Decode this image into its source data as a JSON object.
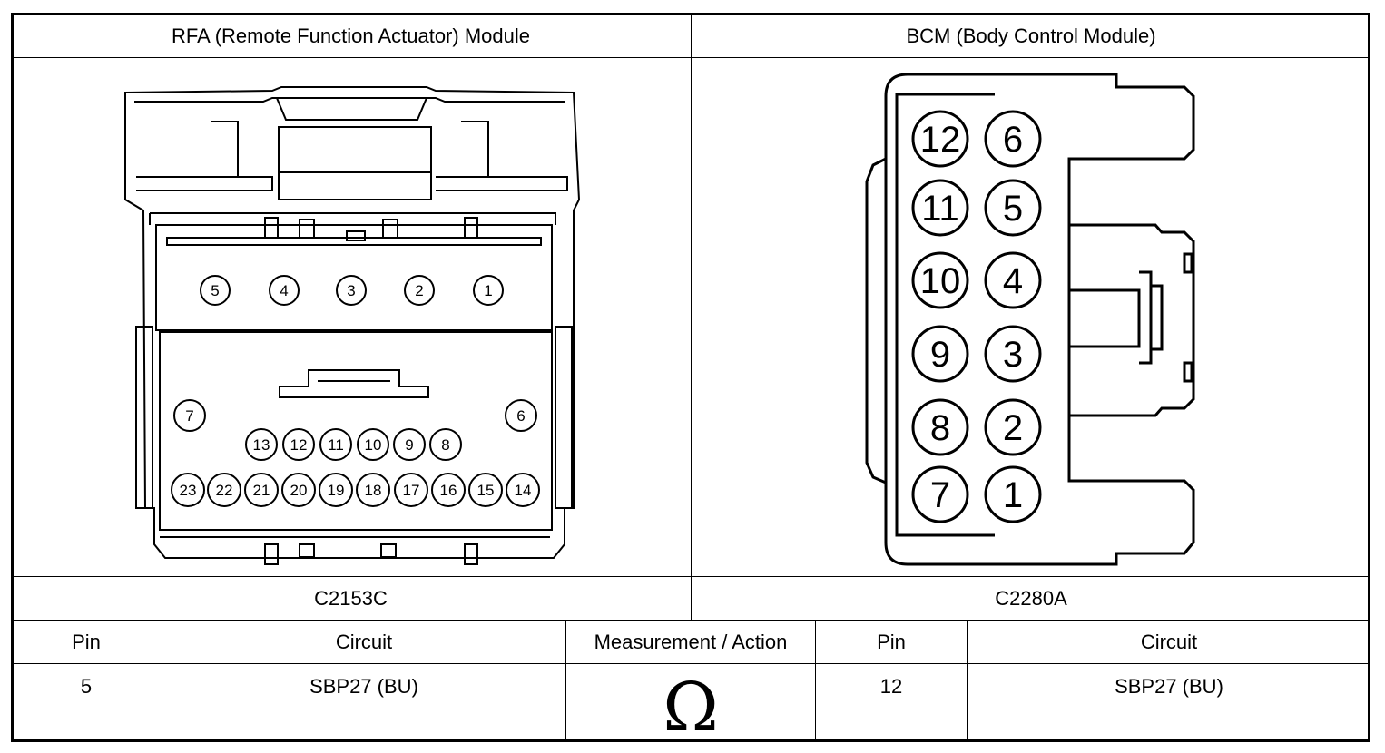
{
  "left_module": {
    "title": "RFA (Remote Function Actuator) Module",
    "connector": "C2153C",
    "pins_top_row": [
      "5",
      "4",
      "3",
      "2",
      "1"
    ],
    "pins_side_left": "7",
    "pins_side_right": "6",
    "pins_mid_row": [
      "13",
      "12",
      "11",
      "10",
      "9",
      "8"
    ],
    "pins_bottom_row": [
      "23",
      "22",
      "21",
      "20",
      "19",
      "18",
      "17",
      "16",
      "15",
      "14"
    ]
  },
  "right_module": {
    "title": "BCM (Body Control Module)",
    "connector": "C2280A",
    "pins_left_col": [
      "12",
      "11",
      "10",
      "9",
      "8",
      "7"
    ],
    "pins_right_col": [
      "6",
      "5",
      "4",
      "3",
      "2",
      "1"
    ]
  },
  "table": {
    "headers": [
      "Pin",
      "Circuit",
      "Measurement / Action",
      "Pin",
      "Circuit"
    ],
    "row": {
      "pin_a": "5",
      "circuit_a": "SBP27 (BU)",
      "action_symbol": "Ω",
      "pin_b": "12",
      "circuit_b": "SBP27 (BU)"
    }
  }
}
